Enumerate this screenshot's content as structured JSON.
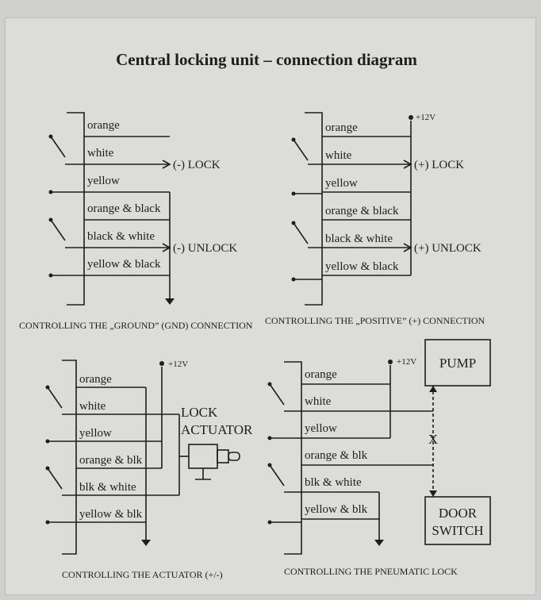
{
  "title": "Central locking unit – connection diagram",
  "diagrams": {
    "ground": {
      "wires": [
        "orange",
        "white",
        "yellow",
        "orange & black",
        "black & white",
        "yellow & black"
      ],
      "lock_label": "(-) LOCK",
      "unlock_label": "(-) UNLOCK",
      "caption": "CONTROLLING THE „GROUND” (GND) CONNECTION"
    },
    "positive": {
      "supply_label": "+12V",
      "wires": [
        "orange",
        "white",
        "yellow",
        "orange & black",
        "black & white",
        "yellow & black"
      ],
      "lock_label": "(+) LOCK",
      "unlock_label": "(+) UNLOCK",
      "caption": "CONTROLLING THE „POSITIVE” (+) CONNECTION"
    },
    "actuator": {
      "supply_label": "+12V",
      "wires": [
        "orange",
        "white",
        "yellow",
        "orange & blk",
        "blk & white",
        "yellow & blk"
      ],
      "actuator_label_line1": "LOCK",
      "actuator_label_line2": "ACTUATOR",
      "caption": "CONTROLLING THE ACTUATOR (+/-)"
    },
    "pneumatic": {
      "supply_label": "+12V",
      "wires": [
        "orange",
        "white",
        "yellow",
        "orange & blk",
        "blk & white",
        "yellow & blk"
      ],
      "pump_label": "PUMP",
      "door_switch_line1": "DOOR",
      "door_switch_line2": "SWITCH",
      "cross_mark": "X",
      "caption": "CONTROLLING THE PNEUMATIC LOCK"
    }
  }
}
